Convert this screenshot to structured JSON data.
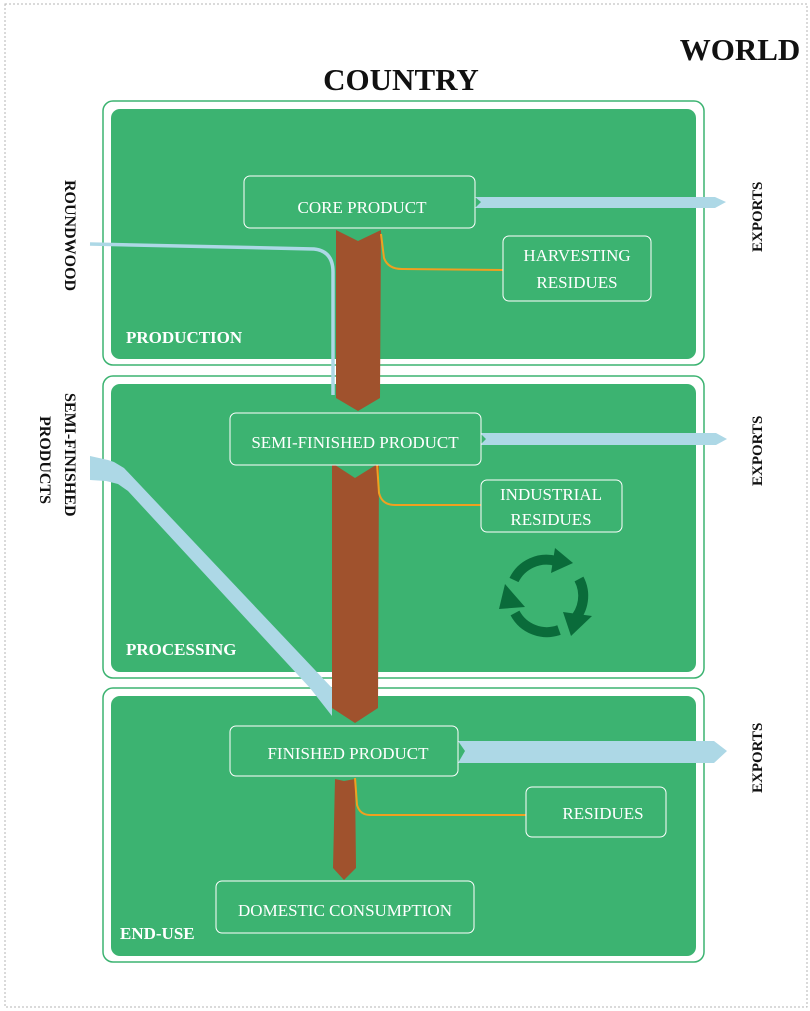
{
  "world_label": "WORLD",
  "country_label": "COUNTRY",
  "stages": {
    "production": "PRODUCTION",
    "processing": "PROCESSING",
    "end_use": "END-USE"
  },
  "inputs": {
    "roundwood": "ROUNDWOOD",
    "semi_finished_line1": "SEMI-FINISHED",
    "semi_finished_line2": "PRODUCTS"
  },
  "boxes": {
    "core_product": "CORE PRODUCT",
    "semi_finished_product": "SEMI-FINISHED PRODUCT",
    "finished_product": "FINISHED PRODUCT",
    "domestic_consumption": "DOMESTIC CONSUMPTION",
    "harvesting_residues_line1": "HARVESTING",
    "harvesting_residues_line2": "RESIDUES",
    "industrial_residues_line1": "INDUSTRIAL",
    "industrial_residues_line2": "RESIDUES",
    "residues": "RESIDUES"
  },
  "exports": [
    "EXPORTS",
    "EXPORTS",
    "EXPORTS"
  ],
  "icons": {
    "recycle": "recycle-arrows-icon"
  },
  "colors": {
    "panel_green": "#3cb371",
    "flow_brown": "#a0522d",
    "flow_blue": "#add8e6",
    "residue_line": "#f0a020",
    "recycle_green": "#0a6b3a"
  }
}
